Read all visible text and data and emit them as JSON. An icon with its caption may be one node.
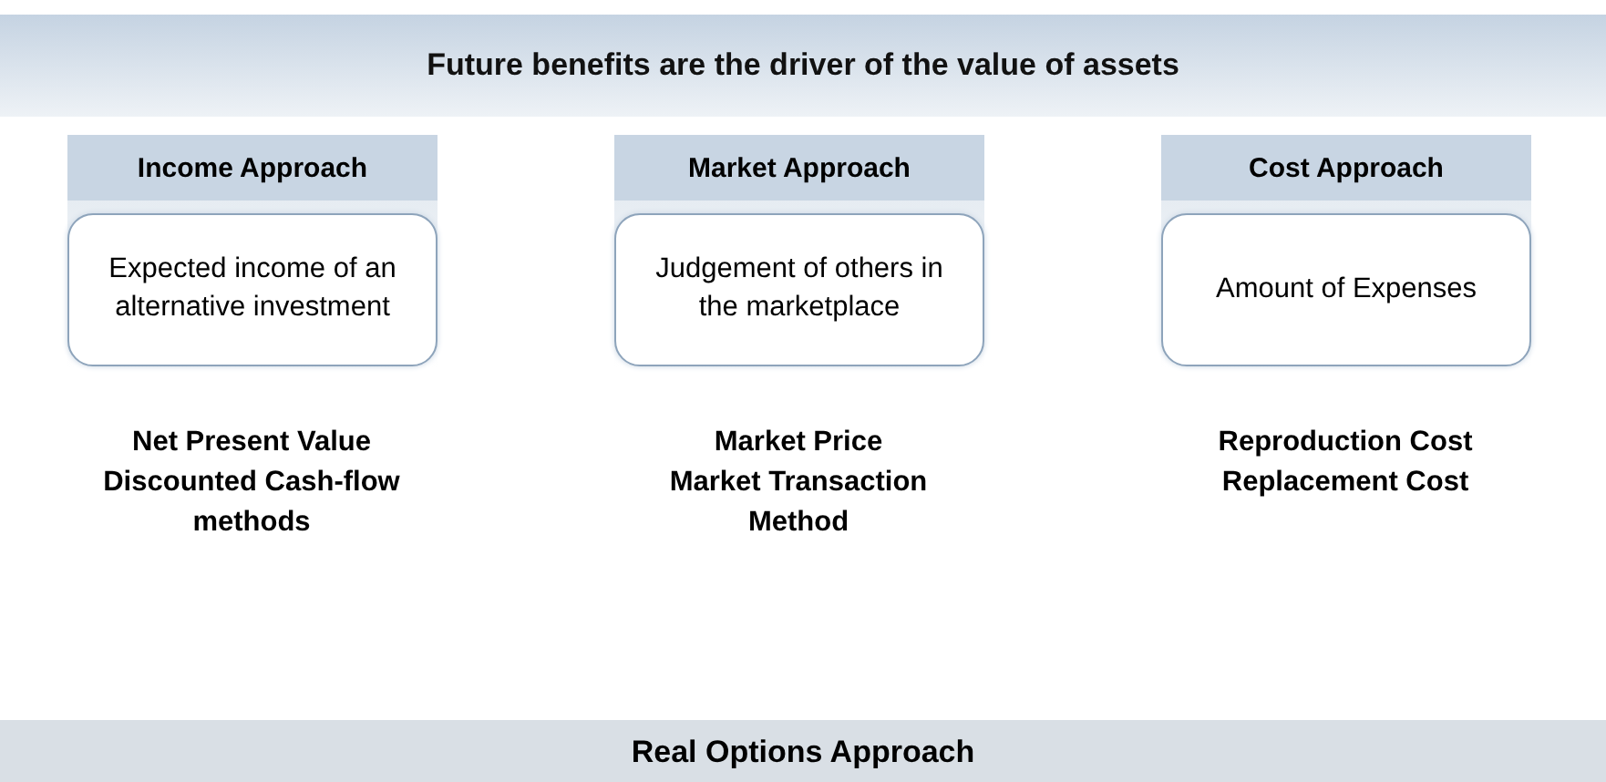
{
  "diagram": {
    "title": "Future benefits are the driver of the value of assets",
    "nodes": [
      {
        "text": [
          "Income Approach"
        ]
      },
      {
        "text": [
          "Expected income of an alternative investment"
        ]
      },
      {
        "text": [
          "Market Approach"
        ]
      },
      {
        "text": [
          "Judgement of others in the marketplace"
        ]
      },
      {
        "text": [
          "Cost Approach"
        ]
      },
      {
        "text": [
          "Amount of Expenses"
        ]
      },
      {
        "text": [
          "Real Options Approach"
        ]
      }
    ],
    "labels": [
      "Net Present Value",
      "Discounted Cash-flow methods",
      "Market Price",
      "Market Transaction Method",
      "Reproduction Cost",
      "Replacement Cost"
    ]
  }
}
